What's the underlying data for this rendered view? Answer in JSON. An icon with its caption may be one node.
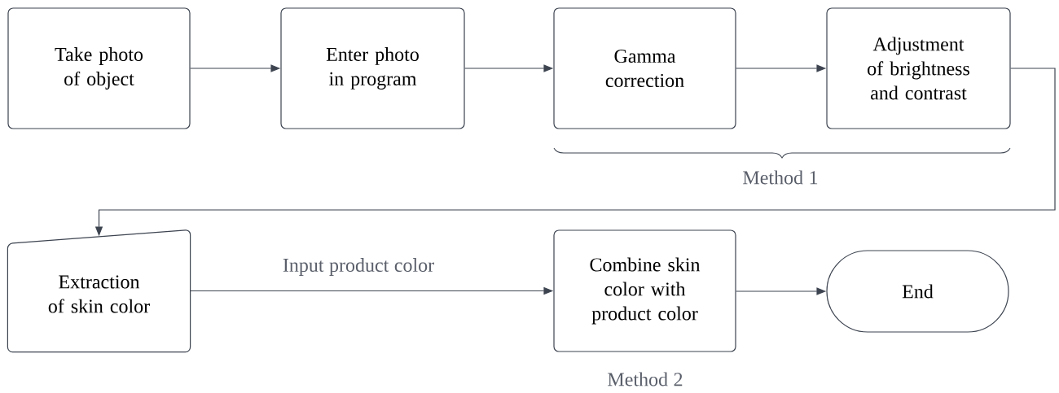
{
  "diagram": {
    "nodes": [
      {
        "text": [
          "Take photo of object"
        ]
      },
      {
        "text": [
          "Enter photo in program"
        ]
      },
      {
        "text": [
          "Gamma correction"
        ]
      },
      {
        "text": [
          "Adjustment of brightness and contrast"
        ]
      },
      {
        "text": [
          "Extraction of skin color"
        ]
      },
      {
        "text": [
          "Combine skin color with product color"
        ]
      },
      {
        "text": [
          "End"
        ]
      }
    ],
    "edges": [
      {
        "from": 0,
        "to": 1,
        "arrow": "to"
      },
      {
        "from": 1,
        "to": 2,
        "arrow": "to"
      },
      {
        "from": 2,
        "to": 3,
        "arrow": "to"
      },
      {
        "from": 3,
        "to": 4,
        "arrow": "to"
      },
      {
        "from": 4,
        "to": 5,
        "arrow": "to",
        "label": "Input product color"
      },
      {
        "from": 5,
        "to": 6,
        "arrow": "to"
      }
    ],
    "labels": [
      "Method 1",
      "Method 2"
    ]
  }
}
